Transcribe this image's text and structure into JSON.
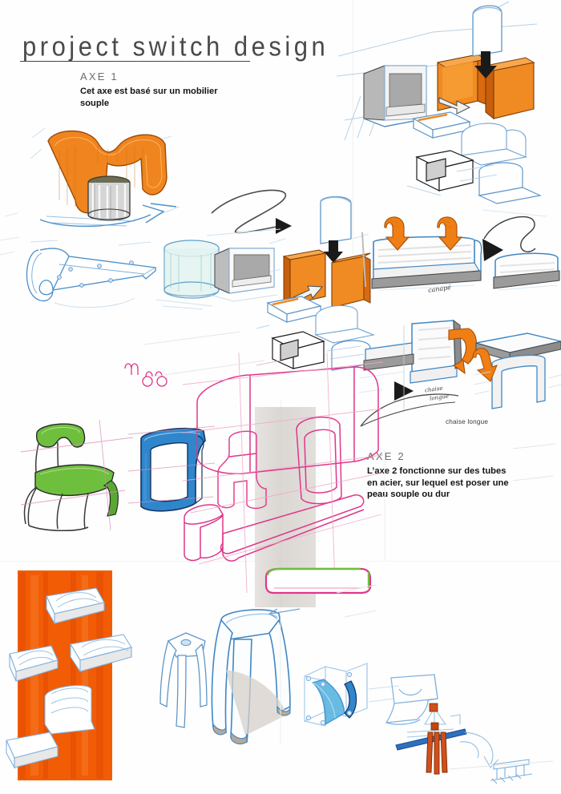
{
  "page": {
    "title": "project switch design",
    "background_color": "#ffffff"
  },
  "sections": {
    "axe1": {
      "heading": "AXE 1",
      "body": "Cet axe est basé sur un mobilier souple"
    },
    "axe2": {
      "heading": "AXE 2",
      "body": "L’axe 2 fonctionne sur des tubes en acier, sur lequel est poser une peau souple ou dur"
    }
  },
  "annotations": {
    "chaise_longue_caption": "chaise longue",
    "handwritten_canape": "canapé",
    "handwritten_chaise": "chaise",
    "handwritten_longue": "longue"
  },
  "palette": {
    "orange": "#f07d1a",
    "orange_deep": "#e2620c",
    "orange_flat": "#f25c05",
    "blue": "#3a7fc1",
    "blue_light": "#9cc4e4",
    "blue_deep": "#1f62a8",
    "green": "#6fbf3f",
    "pink": "#e0368a",
    "grey": "#9a9a9a",
    "grey_light": "#d8d8d8",
    "ink": "#2b2b2b",
    "title_grey": "#4a4a4a"
  },
  "sketches": [
    {
      "name": "orange-armchair",
      "caption": "",
      "colors": [
        "#f07d1a",
        "#b9b9b9"
      ]
    },
    {
      "name": "rolled-mat",
      "caption": "",
      "colors": [
        "#3a7fc1"
      ]
    },
    {
      "name": "glass-cylinder",
      "caption": "",
      "colors": [
        "#9cc4e4"
      ]
    },
    {
      "name": "grey-box-module",
      "caption": "",
      "colors": [
        "#9a9a9a"
      ]
    },
    {
      "name": "exploded-panels-top",
      "caption": "",
      "colors": [
        "#f07d1a"
      ]
    },
    {
      "name": "exploded-panels-mid",
      "caption": "",
      "colors": [
        "#f07d1a"
      ]
    },
    {
      "name": "sofa-canape",
      "caption": "canapé",
      "colors": [
        "#3a7fc1",
        "#f07d1a"
      ]
    },
    {
      "name": "chaise-longue-module",
      "caption": "chaise longue",
      "colors": [
        "#3a7fc1",
        "#f07d1a"
      ]
    },
    {
      "name": "bench-table",
      "caption": "",
      "colors": [
        "#3a7fc1",
        "#f07d1a"
      ]
    },
    {
      "name": "green-chair",
      "caption": "",
      "colors": [
        "#6fbf3f"
      ]
    },
    {
      "name": "blue-stool",
      "caption": "",
      "colors": [
        "#1f62a8"
      ]
    },
    {
      "name": "pink-tube-frames",
      "caption": "",
      "colors": [
        "#e0368a"
      ]
    },
    {
      "name": "orange-panel-cushions",
      "caption": "",
      "colors": [
        "#f25c05"
      ]
    },
    {
      "name": "blue-tripod-stools",
      "caption": "",
      "colors": [
        "#3a7fc1"
      ]
    },
    {
      "name": "blue-sling-chair",
      "caption": "",
      "colors": [
        "#3a7fc1"
      ]
    },
    {
      "name": "abstract-leg-study",
      "caption": "",
      "colors": [
        "#e2620c",
        "#1f62a8"
      ]
    },
    {
      "name": "black-squiggle-arrow",
      "caption": "",
      "colors": [
        "#2b2b2b"
      ]
    }
  ]
}
